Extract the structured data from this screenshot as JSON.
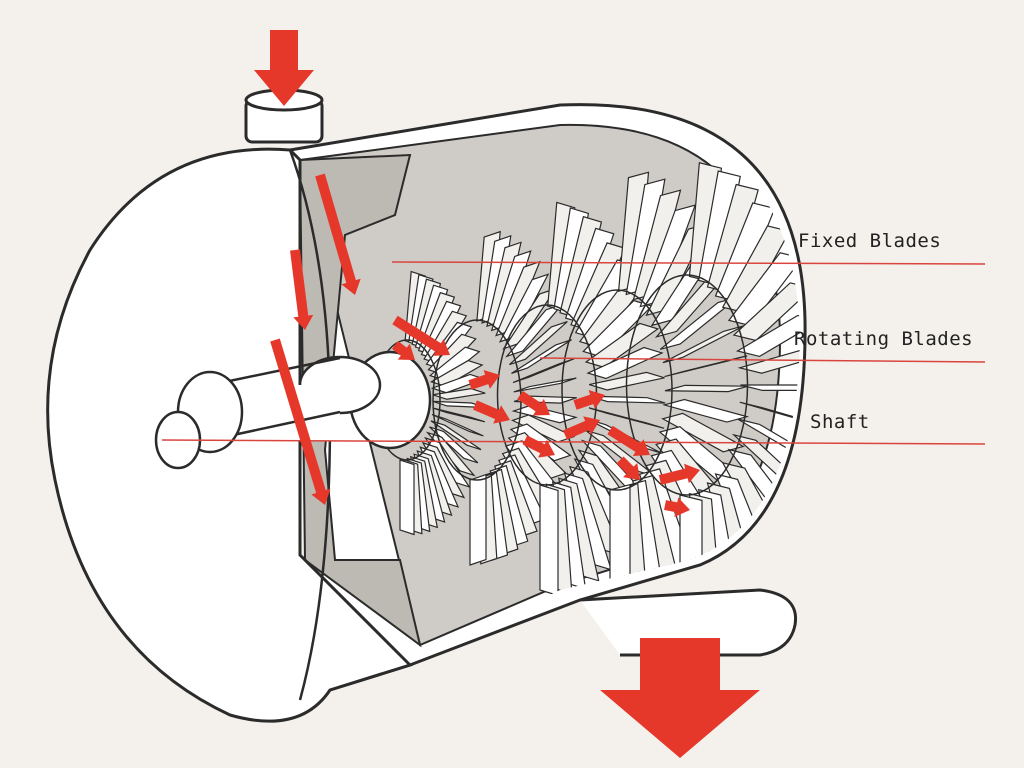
{
  "labels": {
    "fixed_blades": "Fixed Blades",
    "rotating_blades": "Rotating Blades",
    "shaft": "Shaft"
  },
  "colors": {
    "flow_arrow": "#e5382b",
    "callout_line": "#d9453d",
    "outline": "#2b2b2b",
    "shade": "#c9c6c1",
    "background": "#f4f1ec"
  }
}
